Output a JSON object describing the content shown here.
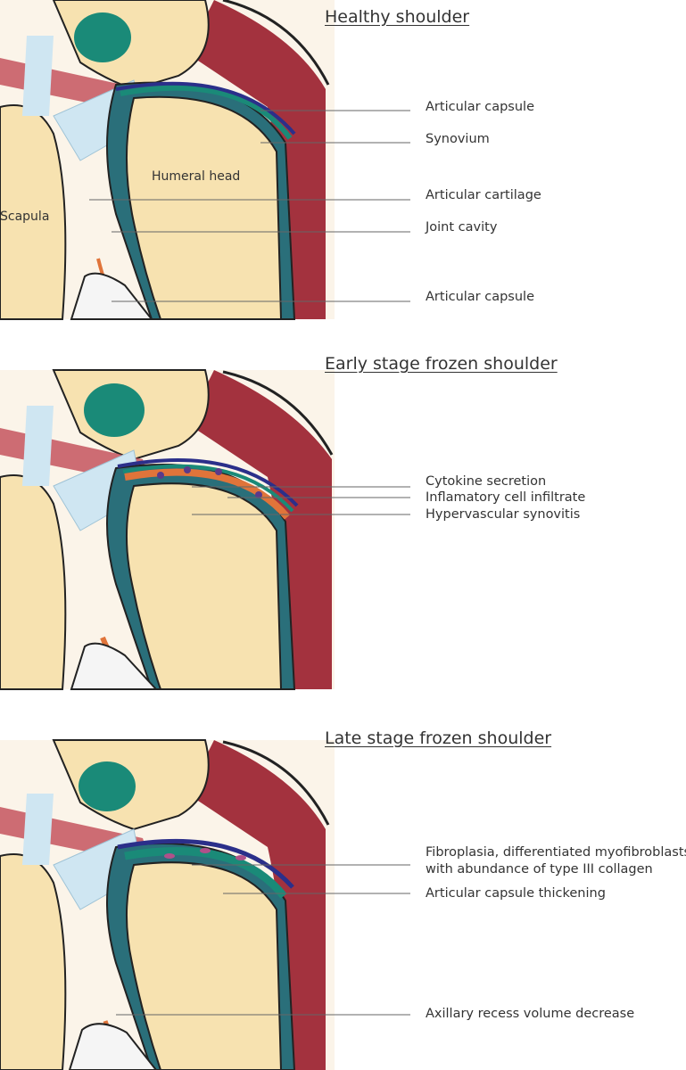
{
  "panels": [
    {
      "title": "Healthy shoulder",
      "inner_labels": [
        "Humeral head",
        "Scapula"
      ],
      "labels": [
        "Articular capsule",
        "Synovium",
        "Articular cartilage",
        "Joint cavity",
        "Articular capsule"
      ]
    },
    {
      "title": "Early stage frozen shoulder",
      "labels": [
        "Cytokine secretion",
        "Inflamatory cell infiltrate",
        "Hypervascular synovitis"
      ]
    },
    {
      "title": "Late stage frozen shoulder",
      "labels": [
        "Fibroplasia, differentiated myofibroblasts",
        "with abundance of type III collagen",
        "Articular capsule thickening",
        "Axillary recess volume decrease"
      ]
    }
  ],
  "colors": {
    "bone": "#f7e2b0",
    "bone_dark": "#f0cf85",
    "muscle": "#a3323e",
    "capsule": "#2b2f8a",
    "synovium": "#1a8a78",
    "ligament": "#cfe6f2",
    "inflammation": "#e0743a",
    "cavity": "#cdd8dc"
  }
}
